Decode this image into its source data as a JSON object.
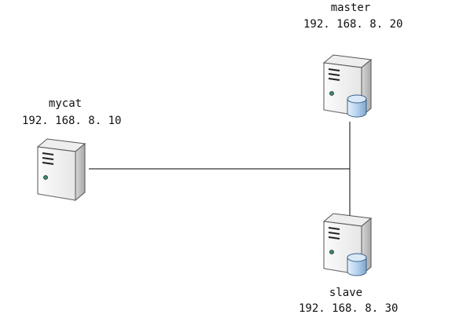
{
  "diagram": {
    "nodes": [
      {
        "id": "mycat",
        "name": "mycat",
        "ip": "192.168.8.10",
        "icon": "server-icon"
      },
      {
        "id": "master",
        "name": "master",
        "ip": "192.168.8.20",
        "icon": "database-server-icon"
      },
      {
        "id": "slave",
        "name": "slave",
        "ip": "192.168.8.30",
        "icon": "database-server-icon"
      }
    ],
    "connections": [
      {
        "from": "mycat",
        "to": "bus"
      },
      {
        "from": "master",
        "to": "bus"
      },
      {
        "from": "slave",
        "to": "bus"
      }
    ]
  },
  "mycat": {
    "name": "mycat",
    "ip": "192. 168. 8. 10"
  },
  "master": {
    "name": "master",
    "ip": "192. 168. 8. 20"
  },
  "slave": {
    "name": "slave",
    "ip": "192. 168. 8. 30"
  },
  "colors": {
    "line": "#000000",
    "tower_front": "#f6f6f6",
    "tower_side": "#c9c9c9",
    "tower_outline": "#555555",
    "cylinder_fill": "#bcd6ef",
    "cylinder_outline": "#3b5f86"
  }
}
